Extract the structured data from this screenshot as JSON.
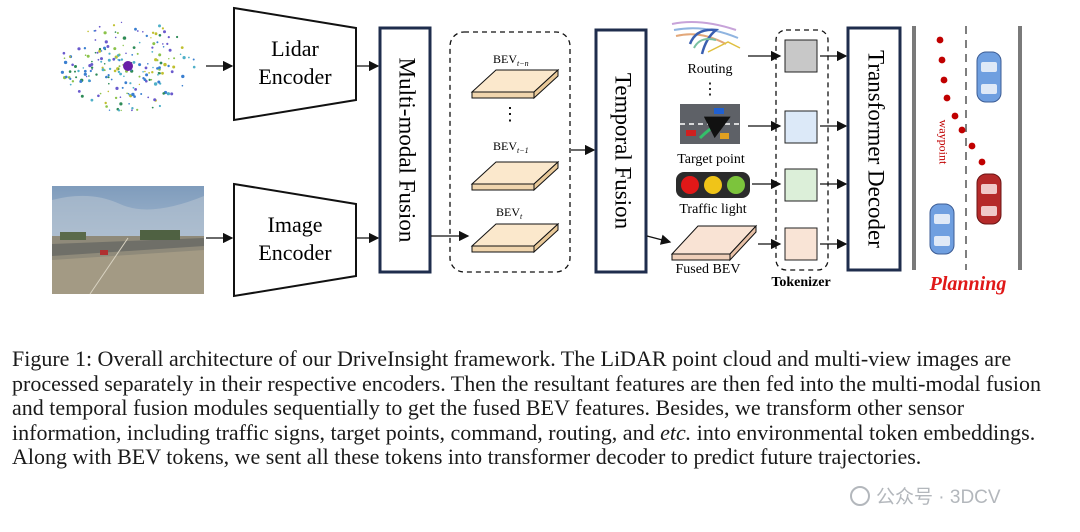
{
  "figure": {
    "lidar_encoder": [
      "Lidar",
      "Encoder"
    ],
    "image_encoder": [
      "Image",
      "Encoder"
    ],
    "multimodal_fusion": "Multi-modal Fusion",
    "temporal_fusion": "Temporal Fusion",
    "transformer_decoder": "Transformer Decoder",
    "bev_frames": [
      {
        "base": "BEV",
        "sub": "t−n"
      },
      {
        "base": "BEV",
        "sub": "t−1"
      },
      {
        "base": "BEV",
        "sub": "t"
      }
    ],
    "ellipsis": "⋮",
    "inputs": {
      "routing": "Routing",
      "target_point": "Target point",
      "traffic_light": "Traffic light",
      "fused_bev": "Fused BEV"
    },
    "tokenizer": "Tokenizer",
    "waypoint": "waypoint",
    "planning": "Planning",
    "colors": {
      "token_gray": "#c8c8c8",
      "token_blue": "#dce9f8",
      "token_green": "#dcefd9",
      "token_peach": "#f9e4d6",
      "bev_fill": "#fbe8cc",
      "fused_bev_fill": "#f9e3d4",
      "waypoint": "#c00000",
      "box_border": "#1f2d4d"
    }
  },
  "caption": {
    "part1": "Figure 1: Overall architecture of our DriveInsight framework. The LiDAR point cloud and multi-view images are processed separately in their respective encoders. Then the resultant features are then fed into the multi-modal fusion and temporal fusion modules sequentially to get the fused BEV features. Besides, we transform other sensor information, including traffic signs, target points, command, routing, and ",
    "etc": "etc.",
    "part2": " into environmental token embeddings. Along with BEV tokens, we sent all these tokens into transformer decoder to predict future trajectories."
  },
  "watermark": "公众号 · 3DCV"
}
